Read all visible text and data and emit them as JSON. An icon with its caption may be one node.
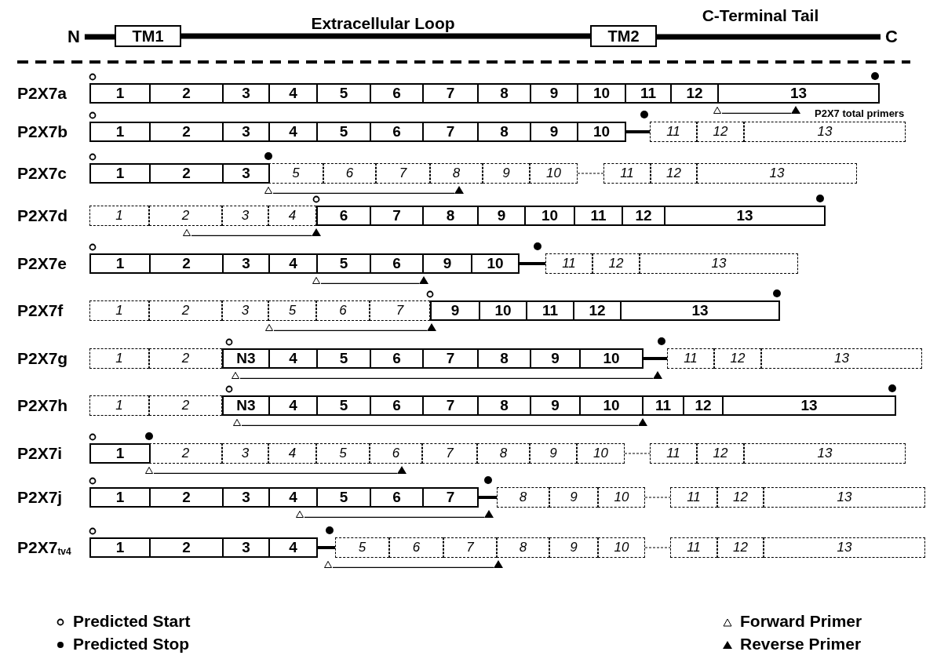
{
  "diagram": {
    "nodes": [
      {
        "text": [
          "N"
        ]
      },
      {
        "text": [
          "TM1"
        ]
      },
      {
        "text": [
          "TM2"
        ]
      },
      {
        "text": [
          "C"
        ]
      },
      {
        "text": [
          "1"
        ]
      },
      {
        "text": [
          "2"
        ]
      },
      {
        "text": [
          "3"
        ]
      },
      {
        "text": [
          "4"
        ]
      },
      {
        "text": [
          "5"
        ]
      },
      {
        "text": [
          "6"
        ]
      },
      {
        "text": [
          "7"
        ]
      },
      {
        "text": [
          "8"
        ]
      },
      {
        "text": [
          "9"
        ]
      },
      {
        "text": [
          "10"
        ]
      },
      {
        "text": [
          "11"
        ]
      },
      {
        "text": [
          "12"
        ]
      },
      {
        "text": [
          "13"
        ]
      },
      {
        "text": [
          "1"
        ]
      },
      {
        "text": [
          "2"
        ]
      },
      {
        "text": [
          "3"
        ]
      },
      {
        "text": [
          "4"
        ]
      },
      {
        "text": [
          "5"
        ]
      },
      {
        "text": [
          "6"
        ]
      },
      {
        "text": [
          "7"
        ]
      },
      {
        "text": [
          "8"
        ]
      },
      {
        "text": [
          "9"
        ]
      },
      {
        "text": [
          "10"
        ]
      },
      {
        "text": [
          "11"
        ]
      },
      {
        "text": [
          "12"
        ]
      },
      {
        "text": [
          "13"
        ]
      },
      {
        "text": [
          "1"
        ]
      },
      {
        "text": [
          "2"
        ]
      },
      {
        "text": [
          "3"
        ]
      },
      {
        "text": [
          "5"
        ]
      },
      {
        "text": [
          "6"
        ]
      },
      {
        "text": [
          "7"
        ]
      },
      {
        "text": [
          "8"
        ]
      },
      {
        "text": [
          "9"
        ]
      },
      {
        "text": [
          "10"
        ]
      },
      {
        "text": [
          "11"
        ]
      },
      {
        "text": [
          "12"
        ]
      },
      {
        "text": [
          "13"
        ]
      },
      {
        "text": [
          "1"
        ]
      },
      {
        "text": [
          "2"
        ]
      },
      {
        "text": [
          "3"
        ]
      },
      {
        "text": [
          "4"
        ]
      },
      {
        "text": [
          "6"
        ]
      },
      {
        "text": [
          "7"
        ]
      },
      {
        "text": [
          "8"
        ]
      },
      {
        "text": [
          "9"
        ]
      },
      {
        "text": [
          "10"
        ]
      },
      {
        "text": [
          "11"
        ]
      },
      {
        "text": [
          "12"
        ]
      },
      {
        "text": [
          "13"
        ]
      },
      {
        "text": [
          "1"
        ]
      },
      {
        "text": [
          "2"
        ]
      },
      {
        "text": [
          "3"
        ]
      },
      {
        "text": [
          "4"
        ]
      },
      {
        "text": [
          "5"
        ]
      },
      {
        "text": [
          "6"
        ]
      },
      {
        "text": [
          "9"
        ]
      },
      {
        "text": [
          "10"
        ]
      },
      {
        "text": [
          "11"
        ]
      },
      {
        "text": [
          "12"
        ]
      },
      {
        "text": [
          "13"
        ]
      },
      {
        "text": [
          "1"
        ]
      },
      {
        "text": [
          "2"
        ]
      },
      {
        "text": [
          "3"
        ]
      },
      {
        "text": [
          "5"
        ]
      },
      {
        "text": [
          "6"
        ]
      },
      {
        "text": [
          "7"
        ]
      },
      {
        "text": [
          "9"
        ]
      },
      {
        "text": [
          "10"
        ]
      },
      {
        "text": [
          "11"
        ]
      },
      {
        "text": [
          "12"
        ]
      },
      {
        "text": [
          "13"
        ]
      },
      {
        "text": [
          "1"
        ]
      },
      {
        "text": [
          "2"
        ]
      },
      {
        "text": [
          "N3"
        ]
      },
      {
        "text": [
          "4"
        ]
      },
      {
        "text": [
          "5"
        ]
      },
      {
        "text": [
          "6"
        ]
      },
      {
        "text": [
          "7"
        ]
      },
      {
        "text": [
          "8"
        ]
      },
      {
        "text": [
          "9"
        ]
      },
      {
        "text": [
          "10"
        ]
      },
      {
        "text": [
          "11"
        ]
      },
      {
        "text": [
          "12"
        ]
      },
      {
        "text": [
          "13"
        ]
      },
      {
        "text": [
          "1"
        ]
      },
      {
        "text": [
          "2"
        ]
      },
      {
        "text": [
          "N3"
        ]
      },
      {
        "text": [
          "4"
        ]
      },
      {
        "text": [
          "5"
        ]
      },
      {
        "text": [
          "6"
        ]
      },
      {
        "text": [
          "7"
        ]
      },
      {
        "text": [
          "8"
        ]
      },
      {
        "text": [
          "9"
        ]
      },
      {
        "text": [
          "10"
        ]
      },
      {
        "text": [
          "11"
        ]
      },
      {
        "text": [
          "12"
        ]
      },
      {
        "text": [
          "13"
        ]
      },
      {
        "text": [
          "1"
        ]
      },
      {
        "text": [
          "2"
        ]
      },
      {
        "text": [
          "3"
        ]
      },
      {
        "text": [
          "4"
        ]
      },
      {
        "text": [
          "5"
        ]
      },
      {
        "text": [
          "6"
        ]
      },
      {
        "text": [
          "7"
        ]
      },
      {
        "text": [
          "8"
        ]
      },
      {
        "text": [
          "9"
        ]
      },
      {
        "text": [
          "10"
        ]
      },
      {
        "text": [
          "11"
        ]
      },
      {
        "text": [
          "12"
        ]
      },
      {
        "text": [
          "13"
        ]
      },
      {
        "text": [
          "1"
        ]
      },
      {
        "text": [
          "2"
        ]
      },
      {
        "text": [
          "3"
        ]
      },
      {
        "text": [
          "4"
        ]
      },
      {
        "text": [
          "5"
        ]
      },
      {
        "text": [
          "6"
        ]
      },
      {
        "text": [
          "7"
        ]
      },
      {
        "text": [
          "8"
        ]
      },
      {
        "text": [
          "9"
        ]
      },
      {
        "text": [
          "10"
        ]
      },
      {
        "text": [
          "11"
        ]
      },
      {
        "text": [
          "12"
        ]
      },
      {
        "text": [
          "13"
        ]
      },
      {
        "text": [
          "1"
        ]
      },
      {
        "text": [
          "2"
        ]
      },
      {
        "text": [
          "3"
        ]
      },
      {
        "text": [
          "4"
        ]
      },
      {
        "text": [
          "5"
        ]
      },
      {
        "text": [
          "6"
        ]
      },
      {
        "text": [
          "7"
        ]
      },
      {
        "text": [
          "8"
        ]
      },
      {
        "text": [
          "9"
        ]
      },
      {
        "text": [
          "10"
        ]
      },
      {
        "text": [
          "11"
        ]
      },
      {
        "text": [
          "12"
        ]
      },
      {
        "text": [
          "13"
        ]
      },
      {
        "text": [],
        "shape": "triangle"
      },
      {
        "text": [],
        "shape": "triangle"
      },
      {
        "text": [],
        "shape": "triangle"
      },
      {
        "text": [],
        "shape": "triangle"
      },
      {
        "text": [],
        "shape": "triangle"
      },
      {
        "text": [],
        "shape": "triangle"
      },
      {
        "text": [],
        "shape": "triangle"
      },
      {
        "text": [],
        "shape": "triangle"
      },
      {
        "text": [],
        "shape": "triangle"
      },
      {
        "text": [],
        "shape": "triangle"
      },
      {
        "text": [],
        "shape": "triangle"
      },
      {
        "text": [],
        "shape": "triangle"
      },
      {
        "text": [],
        "shape": "triangle"
      },
      {
        "text": [],
        "shape": "triangle"
      },
      {
        "text": [],
        "shape": "triangle"
      },
      {
        "text": [],
        "shape": "triangle"
      },
      {
        "text": [],
        "shape": "triangle"
      },
      {
        "text": [],
        "shape": "triangle"
      },
      {
        "text": [],
        "shape": "triangle"
      },
      {
        "text": [],
        "shape": "triangle"
      }
    ],
    "edges": [
      {
        "from": 0,
        "to": 1,
        "arrow": "none",
        "style": "thick"
      },
      {
        "from": 1,
        "to": 2,
        "arrow": "none",
        "style": "thick",
        "label": "Extracellular Loop"
      },
      {
        "from": 2,
        "to": 3,
        "arrow": "none",
        "style": "thick",
        "label": "C-Terminal Tail"
      },
      {
        "from": 26,
        "to": 27,
        "arrow": "none",
        "style": "thick"
      },
      {
        "from": 38,
        "to": 39,
        "arrow": "none",
        "style": "dashed"
      },
      {
        "from": 61,
        "to": 62,
        "arrow": "none",
        "style": "thick"
      },
      {
        "from": 85,
        "to": 86,
        "arrow": "none",
        "style": "thick"
      },
      {
        "from": 111,
        "to": 112,
        "arrow": "none",
        "style": "dashed"
      },
      {
        "from": 121,
        "to": 122,
        "arrow": "none",
        "style": "thick"
      },
      {
        "from": 124,
        "to": 125,
        "arrow": "none",
        "style": "dashed"
      },
      {
        "from": 131,
        "to": 132,
        "arrow": "none",
        "style": "thick"
      },
      {
        "from": 137,
        "to": 138,
        "arrow": "none",
        "style": "dashed"
      },
      {
        "from": 141,
        "to": 142,
        "arrow": "none"
      },
      {
        "from": 143,
        "to": 144,
        "arrow": "none"
      },
      {
        "from": 145,
        "to": 146,
        "arrow": "none"
      },
      {
        "from": 147,
        "to": 148,
        "arrow": "none"
      },
      {
        "from": 149,
        "to": 150,
        "arrow": "none"
      },
      {
        "from": 151,
        "to": 152,
        "arrow": "none"
      },
      {
        "from": 153,
        "to": 154,
        "arrow": "none"
      },
      {
        "from": 155,
        "to": 156,
        "arrow": "none"
      },
      {
        "from": 157,
        "to": 158,
        "arrow": "none"
      },
      {
        "from": 159,
        "to": 160,
        "arrow": "none"
      }
    ],
    "labels": [
      "P2X7a",
      "P2X7 total primers",
      "P2X7b",
      "P2X7c",
      "P2X7d",
      "P2X7e",
      "P2X7f",
      "P2X7g",
      "P2X7h",
      "P2X7i",
      "P2X7j",
      "P2X7$_{tv4}$"
    ],
    "legend": [
      {
        "text": "Predicted Start"
      },
      {
        "text": "Predicted Stop"
      },
      {
        "text": "Forward Primer"
      },
      {
        "text": "Reverse Primer"
      }
    ]
  }
}
